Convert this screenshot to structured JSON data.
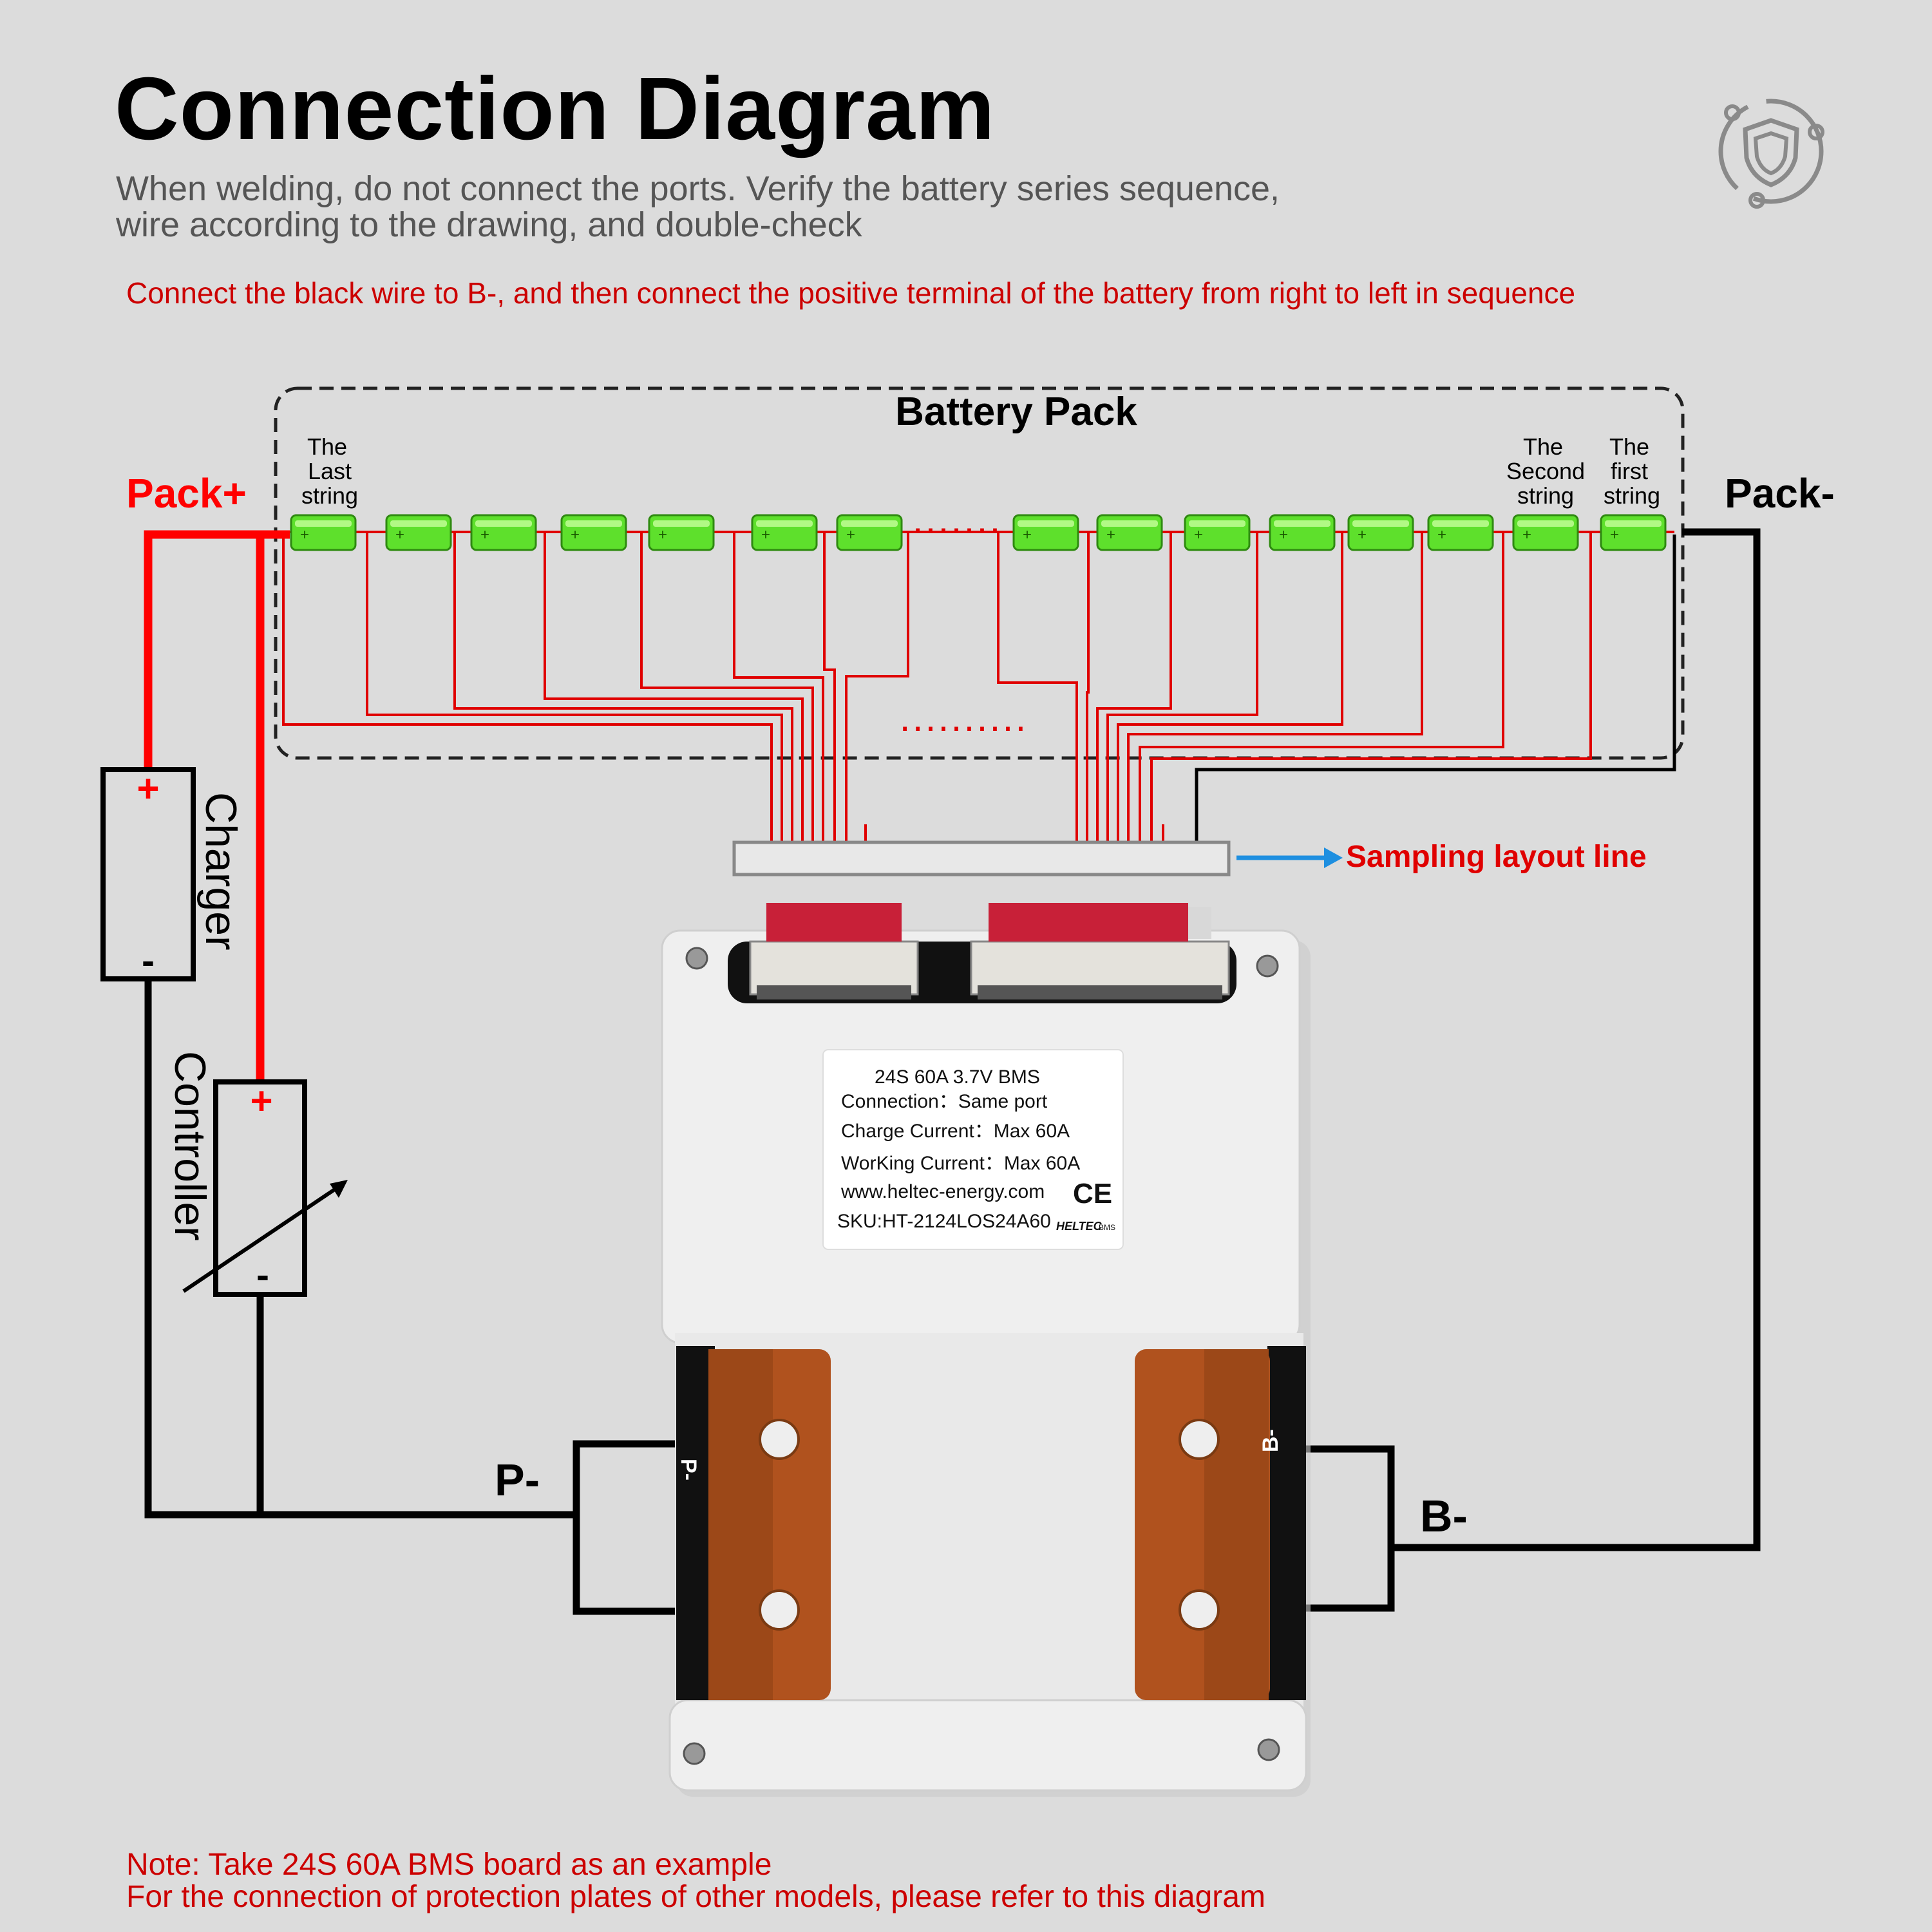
{
  "header": {
    "title": "Connection Diagram",
    "subtitle_line1": "When welding, do not connect the ports. Verify the battery series sequence,",
    "subtitle_line2": "wire according to the drawing, and double-check",
    "instruction": "Connect the black wire to B-, and then connect the positive terminal of the battery from right to left in sequence",
    "logo_icon": "shield-orbit-icon"
  },
  "battery_pack": {
    "label": "Battery Pack",
    "last_string": [
      "The",
      "Last",
      "string"
    ],
    "second_string": [
      "The",
      "Second",
      "string"
    ],
    "first_string": [
      "The",
      "first",
      "string"
    ],
    "cell_positive_sign": "+",
    "cell_negative_sign": "-",
    "ellipsis_top": "·······",
    "ellipsis_wires": "··········"
  },
  "terminals": {
    "pack_plus": "Pack+",
    "pack_minus": "Pack-",
    "p_minus": "P-",
    "b_minus": "B-",
    "sampling": "Sampling layout line"
  },
  "devices": {
    "charger": {
      "label": "Charger",
      "plus": "+",
      "minus": "-"
    },
    "controller": {
      "label": "Controller",
      "plus": "+",
      "minus": "-"
    }
  },
  "bms": {
    "line1": "24S 60A 3.7V BMS",
    "line2": "Connection：Same port",
    "line3": "Charge Current：Max 60A",
    "line4": "WorKing Current：Max 60A",
    "line5": "www.heltec-energy.com",
    "ce_mark": "CE",
    "line6": "SKU:HT-2124LOS24A60",
    "brand": "HELTEC",
    "brand_suffix": "BMS",
    "pad_left": "P-",
    "pad_right": "B-"
  },
  "footer": {
    "note_line1": "Note: Take 24S 60A BMS board as an example",
    "note_line2": "For the connection of protection plates of other models, please refer to this diagram"
  },
  "colors": {
    "positive_wire": "#ff0000",
    "negative_wire": "#000000",
    "sense_wire": "#e00000",
    "cell_fill": "#5ee02c",
    "arrow": "#1e8fe0",
    "copper": "#b0521e"
  }
}
